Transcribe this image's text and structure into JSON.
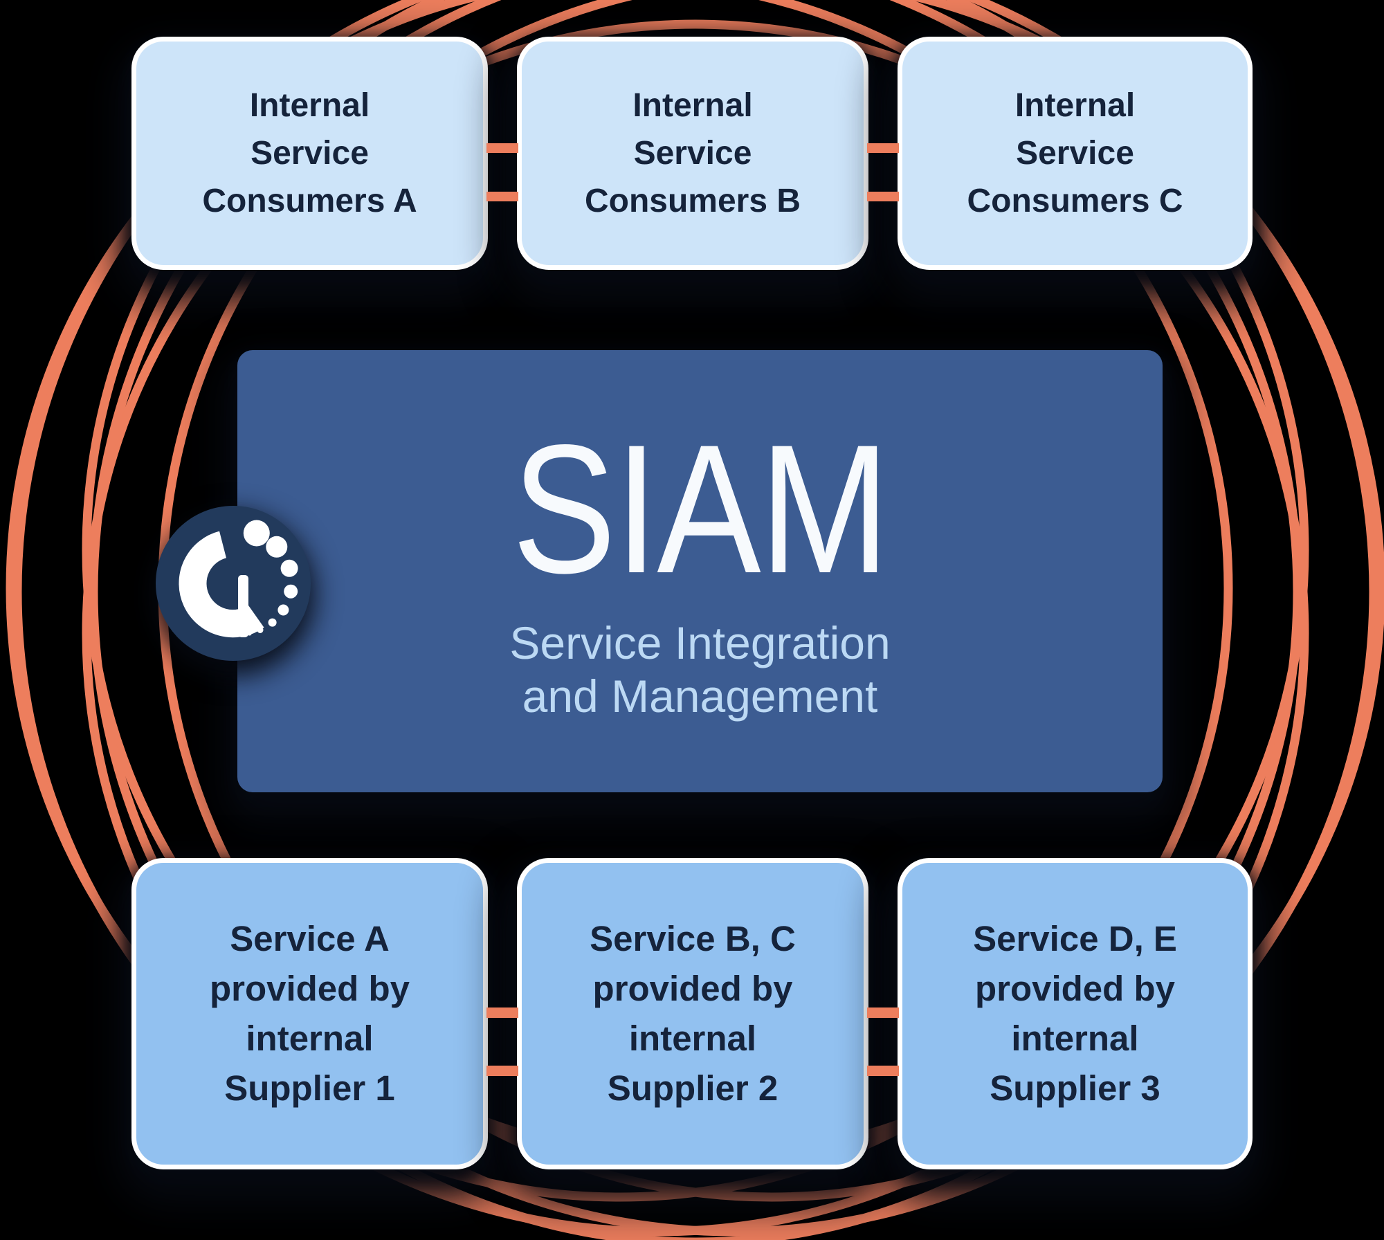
{
  "diagram_title": "SIAM Service Integration and Management diagram",
  "colors": {
    "background": "#000000",
    "arc": "#ED7E5D",
    "top-box-fill": "#CDE4F9",
    "bottom-box-fill": "#92C1F0",
    "box-border": "#FFFFFF",
    "center-box-fill": "#3C5C92",
    "center-title": "#F7FAFD",
    "center-subtitle": "#BCD9F4",
    "box-text": "#15233B",
    "logo-circle": "#223A5C",
    "logo-glyph": "#FFFFFF"
  },
  "top_boxes": [
    {
      "lines": [
        "Internal",
        "Service",
        "Consumers A"
      ]
    },
    {
      "lines": [
        "Internal",
        "Service",
        "Consumers B"
      ]
    },
    {
      "lines": [
        "Internal",
        "Service",
        "Consumers C"
      ]
    }
  ],
  "bottom_boxes": [
    {
      "lines": [
        "Service A",
        "provided by",
        "internal",
        "Supplier 1"
      ]
    },
    {
      "lines": [
        "Service B, C",
        "provided by",
        "internal",
        "Supplier 2"
      ]
    },
    {
      "lines": [
        "Service D, E",
        "provided by",
        "internal",
        "Supplier 3"
      ]
    }
  ],
  "center": {
    "title": "SIAM",
    "subtitle_lines": [
      "Service Integration",
      "and Management"
    ]
  },
  "logo": {
    "icon": "siam-spiral-logo"
  }
}
